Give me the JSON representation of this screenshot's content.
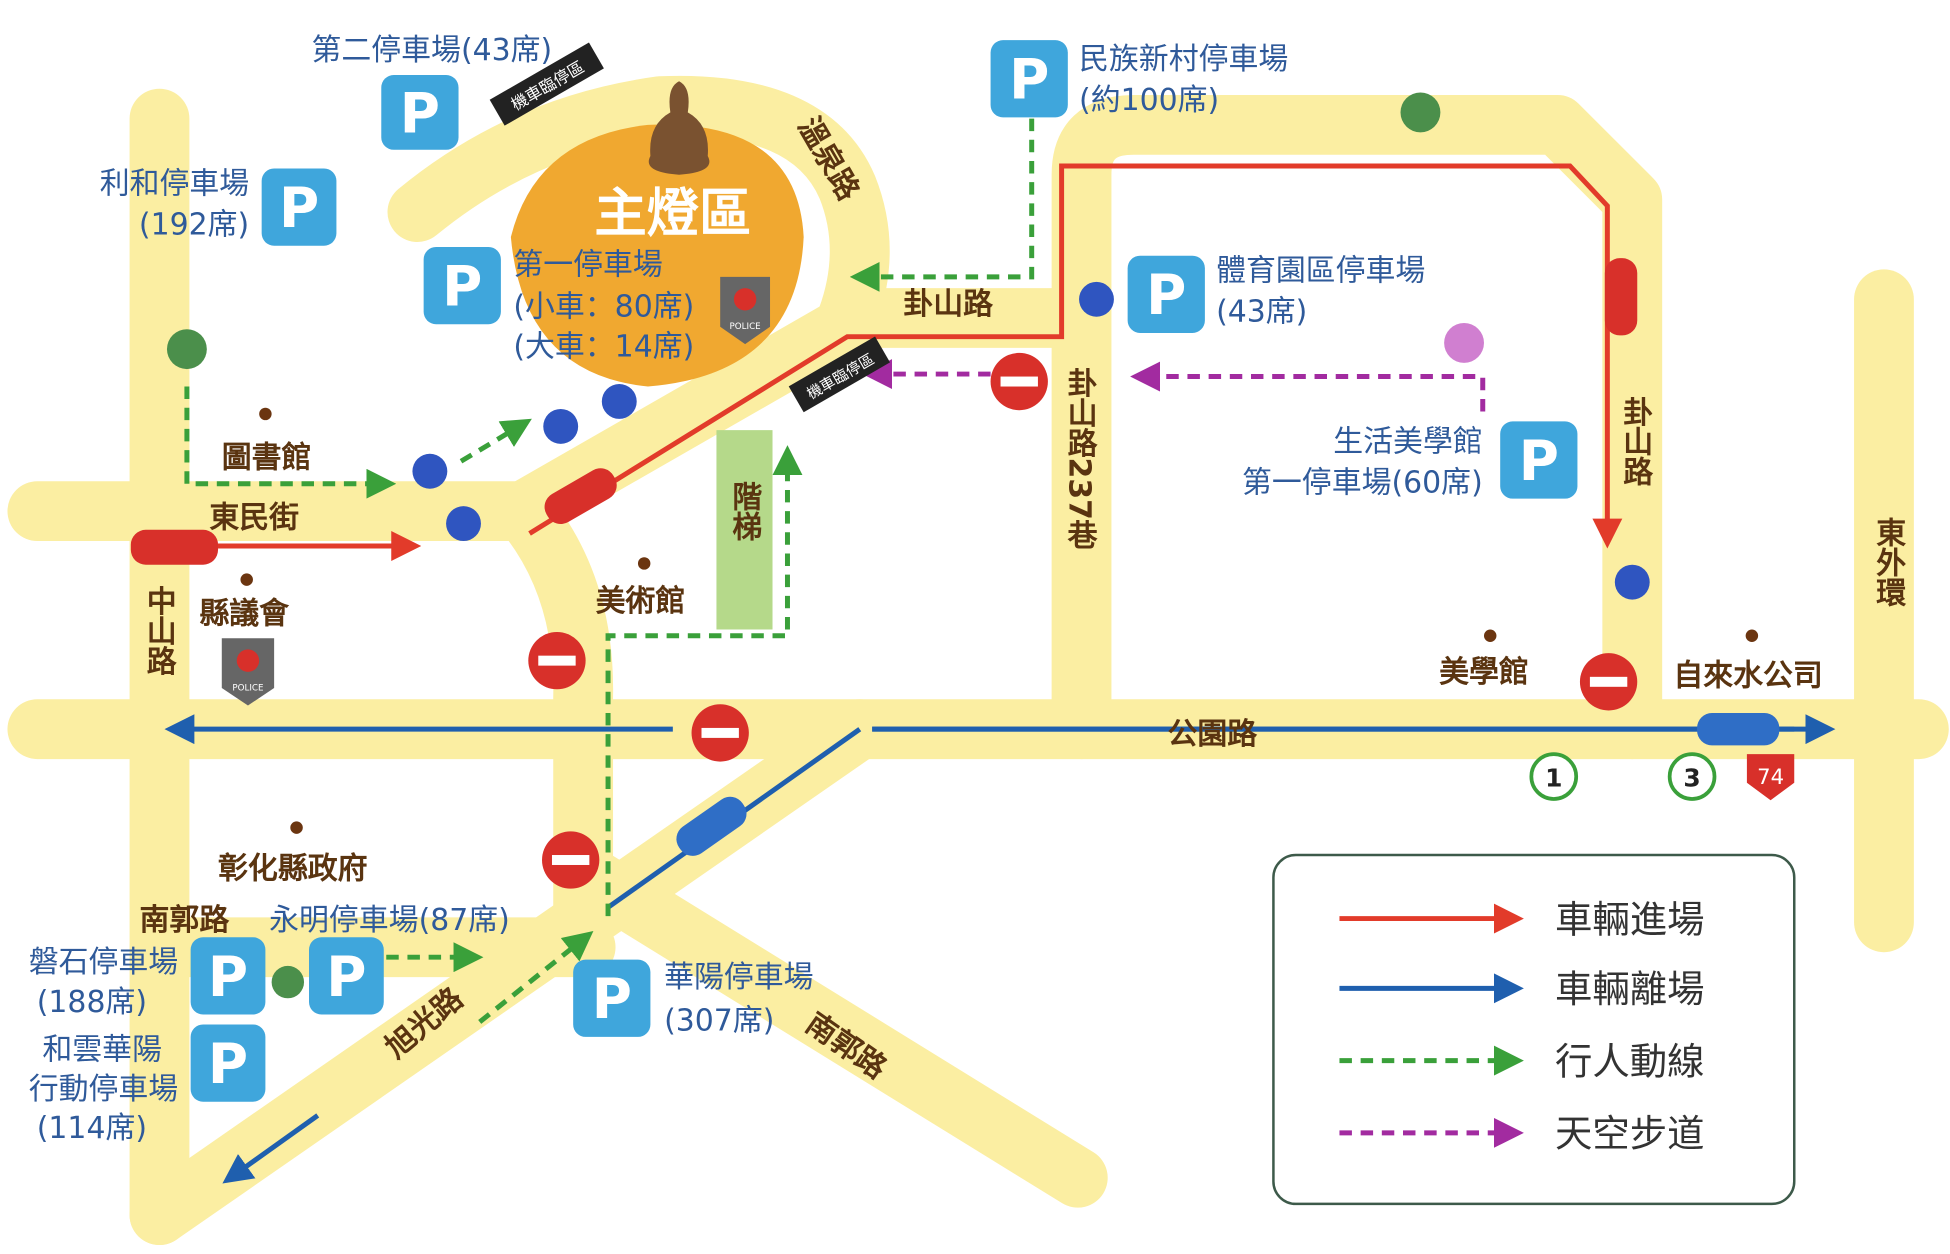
{
  "colors": {
    "road": "#fbeea2",
    "main_area": "#f0a830",
    "parking": "#3fa6dc",
    "entry": "#e23b2a",
    "exit": "#1f5fae",
    "pedestrian": "#3aa03a",
    "skywalk": "#a22ba0"
  },
  "main_area": {
    "label": "主燈區"
  },
  "parking_symbol": "P",
  "parking": {
    "second": {
      "name": "第二停車場(43席)"
    },
    "lihe": {
      "name": "利和停車場",
      "seats": "(192席)"
    },
    "first": {
      "name": "第一停車場",
      "small": "(小車：80席)",
      "large": "(大車：14席)"
    },
    "minzu": {
      "name": "民族新村停車場",
      "seats": "(約100席)"
    },
    "sports": {
      "name": "體育園區停車場",
      "seats": "(43席)"
    },
    "aesthetics": {
      "name": "生活美學館",
      "seats": "第一停車場(60席)"
    },
    "panshi": {
      "name": "磐石停車場",
      "seats": "(188席)"
    },
    "yongming": {
      "name": "永明停車場(87席)"
    },
    "heyun": {
      "name1": "和雲華陽",
      "name2": "行動停車場",
      "seats": "(114席)"
    },
    "huayang": {
      "name": "華陽停車場",
      "seats": "(307席)"
    }
  },
  "roads": {
    "wenquan": "溫泉路",
    "guashan_h": "卦山路",
    "guashan_237": "卦山路237巷",
    "guashan_v": "卦山路",
    "dongmin": "東民街",
    "zhongshan": "中山路",
    "gongyuan": "公園路",
    "dongwaihuan": "東外環",
    "nanguo_h": "南郭路",
    "nanguo_d": "南郭路",
    "xuguang": "旭光路",
    "stairs": "階梯"
  },
  "landmarks": {
    "library": "圖書館",
    "council": "縣議會",
    "art_museum": "美術館",
    "aesthetics_hall": "美學館",
    "water_company": "自來水公司",
    "county_gov": "彰化縣政府"
  },
  "motorcycle_zone": {
    "label1": "機車臨停區",
    "label2": "機車臨停區"
  },
  "route_markers": [
    "1",
    "3",
    "74"
  ],
  "police_badge": "POLICE",
  "legend": [
    {
      "label": "車輛進場",
      "type": "entry"
    },
    {
      "label": "車輛離場",
      "type": "exit"
    },
    {
      "label": "行人動線",
      "type": "pedestrian"
    },
    {
      "label": "天空步道",
      "type": "skywalk"
    }
  ]
}
